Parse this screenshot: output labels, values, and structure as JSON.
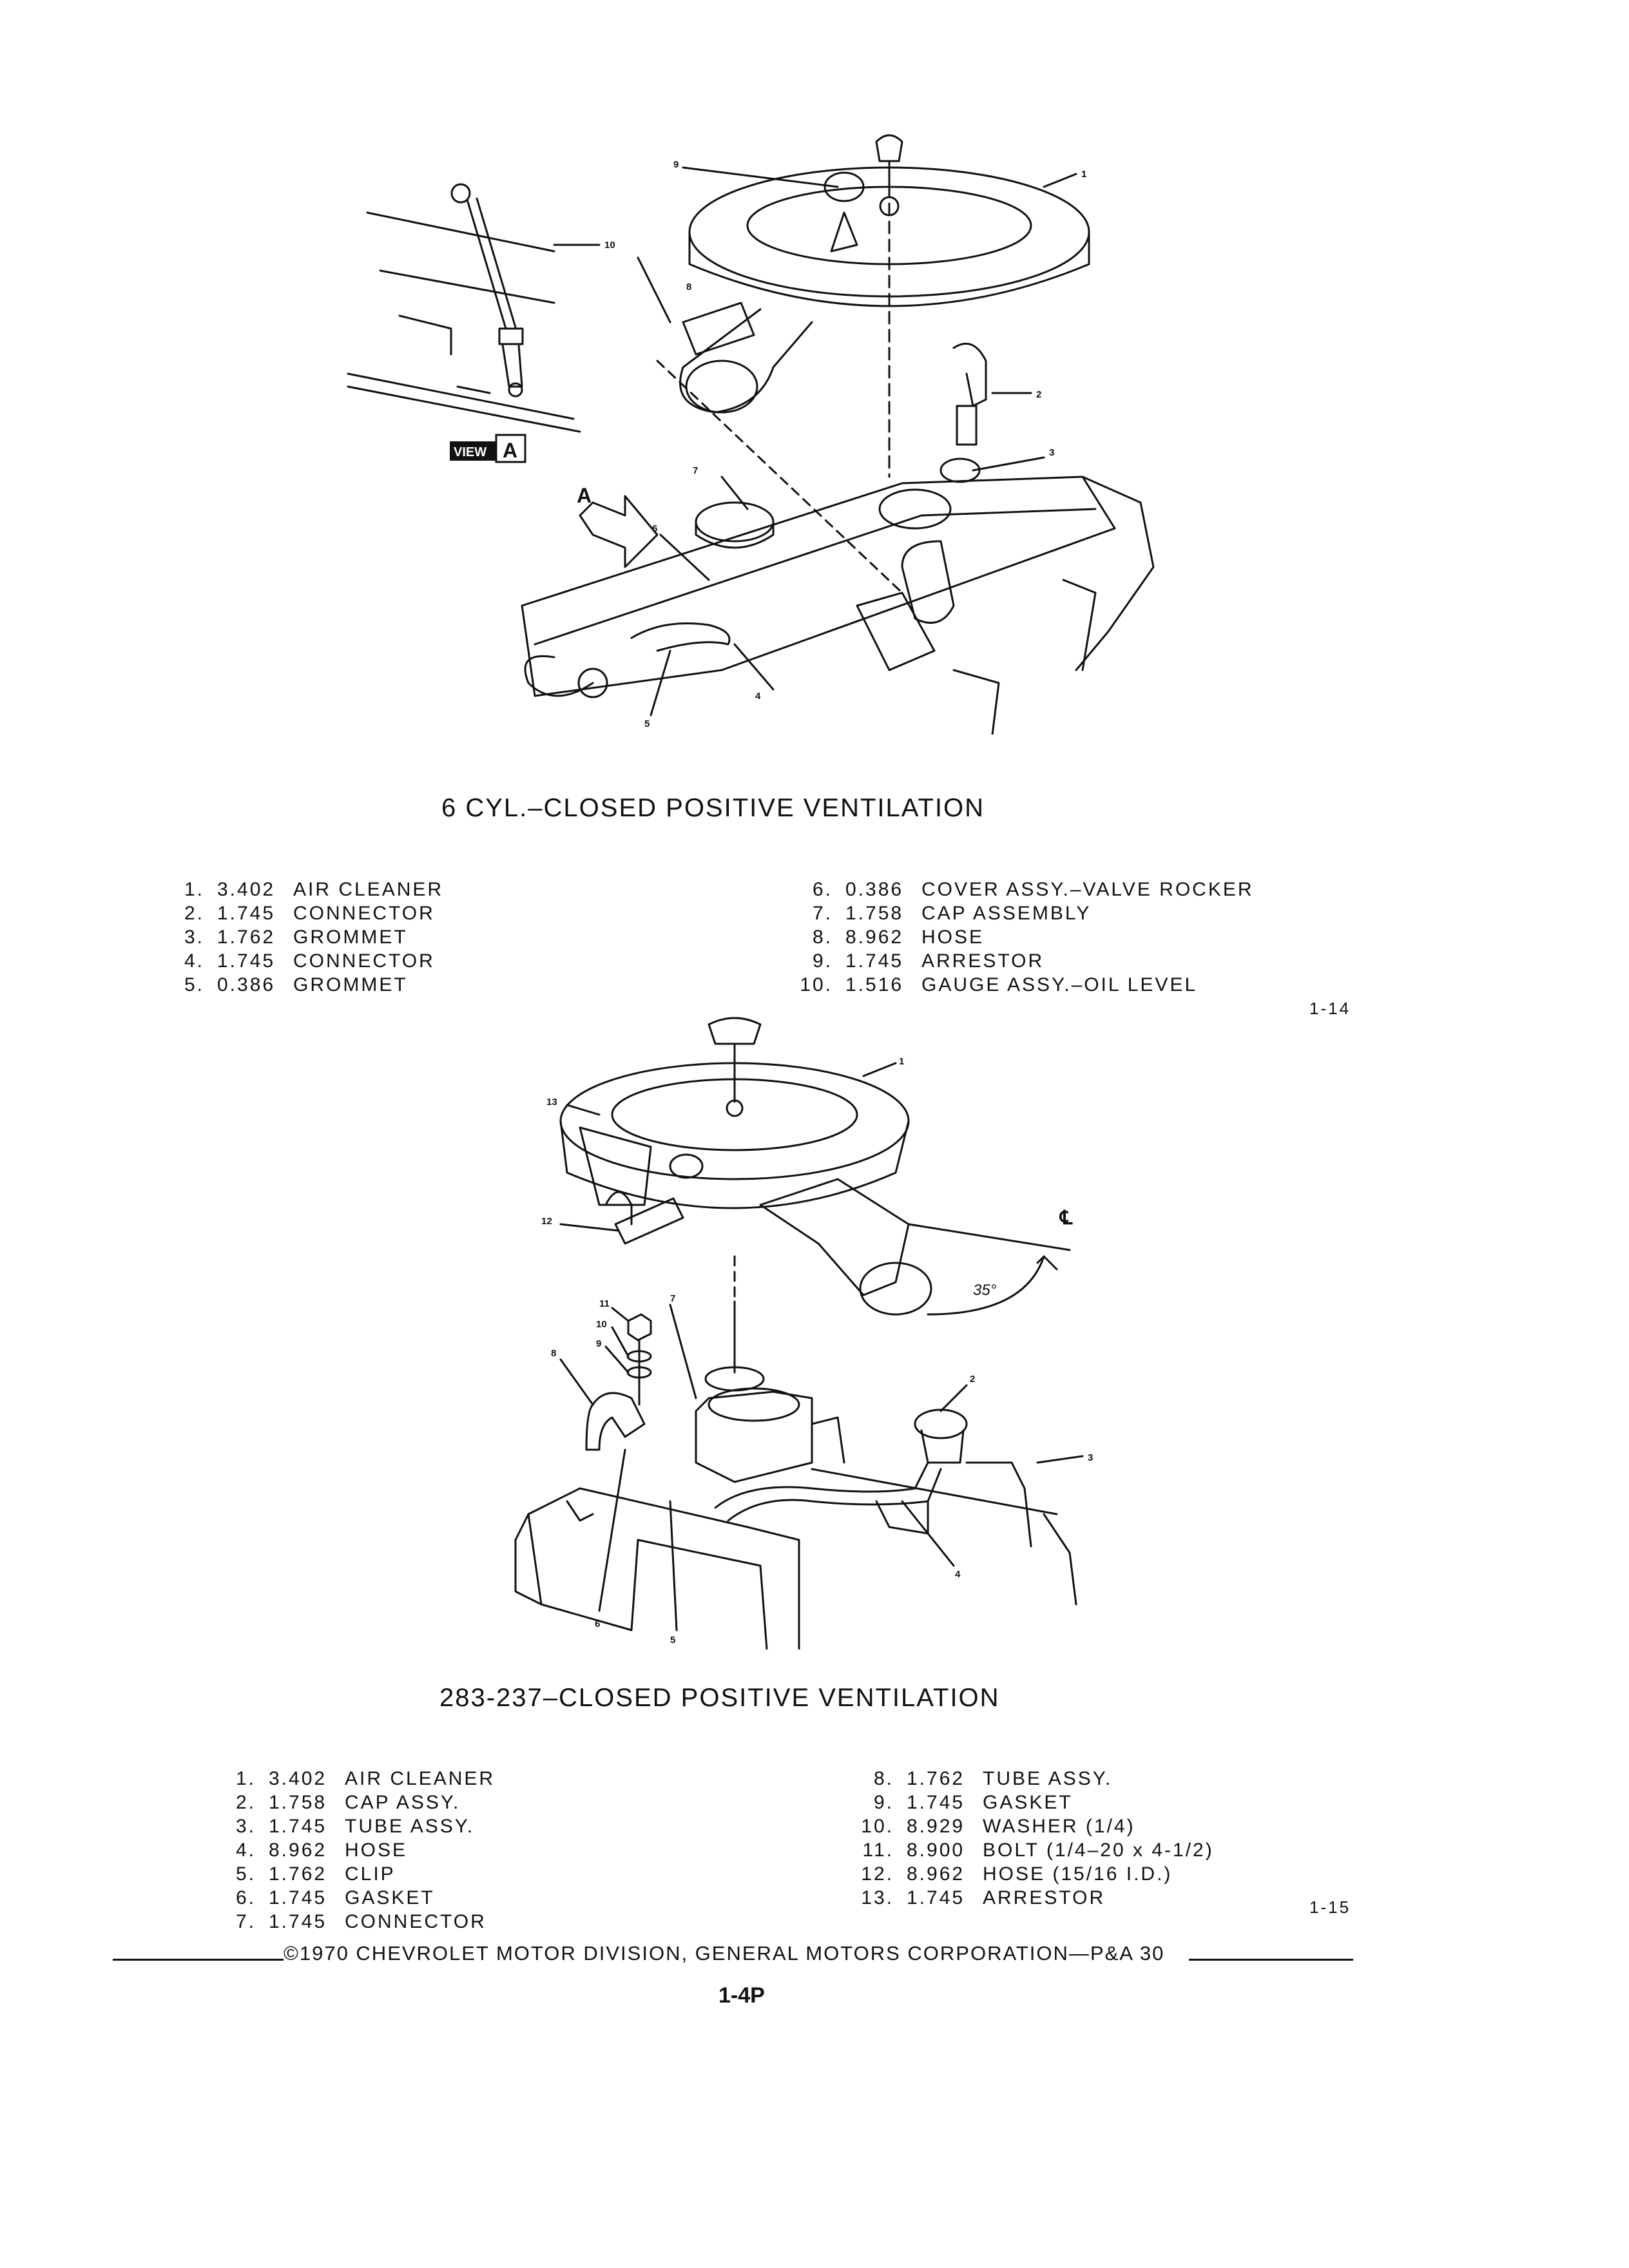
{
  "figure1": {
    "title": "6 CYL.–CLOSED POSITIVE VENTILATION",
    "figure_number": "1-14",
    "view_label": "VIEW",
    "view_letter": "A",
    "arrow_letter": "A",
    "callouts": [
      "1",
      "2",
      "3",
      "4",
      "5",
      "6",
      "7",
      "8",
      "9",
      "10"
    ],
    "parts_left": [
      {
        "num": "1.",
        "code": "3.402",
        "name": "AIR CLEANER"
      },
      {
        "num": "2.",
        "code": "1.745",
        "name": "CONNECTOR"
      },
      {
        "num": "3.",
        "code": "1.762",
        "name": "GROMMET"
      },
      {
        "num": "4.",
        "code": "1.745",
        "name": "CONNECTOR"
      },
      {
        "num": "5.",
        "code": "0.386",
        "name": "GROMMET"
      }
    ],
    "parts_right": [
      {
        "num": "6.",
        "code": "0.386",
        "name": "COVER ASSY.–VALVE ROCKER"
      },
      {
        "num": "7.",
        "code": "1.758",
        "name": "CAP ASSEMBLY"
      },
      {
        "num": "8.",
        "code": "8.962",
        "name": "HOSE"
      },
      {
        "num": "9.",
        "code": "1.745",
        "name": "ARRESTOR"
      },
      {
        "num": "10.",
        "code": "1.516",
        "name": "GAUGE ASSY.–OIL LEVEL"
      }
    ]
  },
  "figure2": {
    "title": "283-237–CLOSED POSITIVE VENTILATION",
    "figure_number": "1-15",
    "angle_label": "35°",
    "centerline_symbol": "℄",
    "callouts": [
      "1",
      "2",
      "3",
      "4",
      "5",
      "6",
      "7",
      "8",
      "9",
      "10",
      "11",
      "12",
      "13"
    ],
    "parts_left": [
      {
        "num": "1.",
        "code": "3.402",
        "name": "AIR CLEANER"
      },
      {
        "num": "2.",
        "code": "1.758",
        "name": "CAP ASSY."
      },
      {
        "num": "3.",
        "code": "1.745",
        "name": "TUBE ASSY."
      },
      {
        "num": "4.",
        "code": "8.962",
        "name": "HOSE"
      },
      {
        "num": "5.",
        "code": "1.762",
        "name": "CLIP"
      },
      {
        "num": "6.",
        "code": "1.745",
        "name": "GASKET"
      },
      {
        "num": "7.",
        "code": "1.745",
        "name": "CONNECTOR"
      }
    ],
    "parts_right": [
      {
        "num": "8.",
        "code": "1.762",
        "name": "TUBE ASSY."
      },
      {
        "num": "9.",
        "code": "1.745",
        "name": "GASKET"
      },
      {
        "num": "10.",
        "code": "8.929",
        "name": "WASHER (1/4)"
      },
      {
        "num": "11.",
        "code": "8.900",
        "name": "BOLT (1/4–20 x 4-1/2)"
      },
      {
        "num": "12.",
        "code": "8.962",
        "name": "HOSE (15/16 I.D.)"
      },
      {
        "num": "13.",
        "code": "1.745",
        "name": "ARRESTOR"
      }
    ]
  },
  "footer": {
    "copyright": "©1970 CHEVROLET MOTOR DIVISION, GENERAL MOTORS CORPORATION—P&A 30",
    "page_number": "1-4P"
  }
}
